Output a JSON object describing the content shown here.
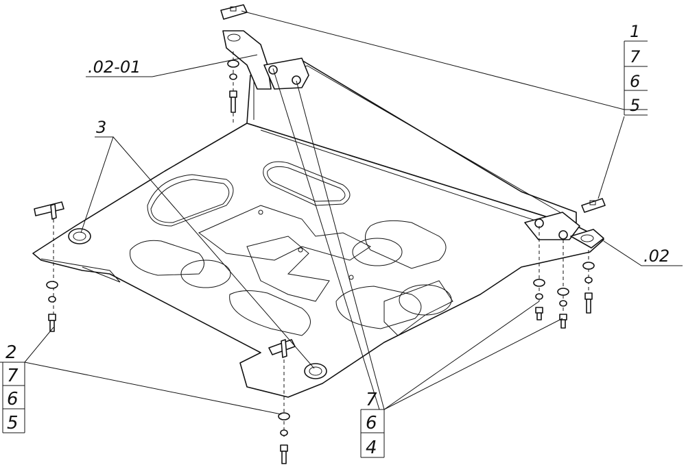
{
  "callouts": {
    "top_right_stack": [
      "1",
      "7",
      "6",
      "5"
    ],
    "bottom_left_stack": [
      "2",
      "7",
      "6",
      "5"
    ],
    "bottom_center_stack": [
      "7",
      "6",
      "4"
    ],
    "left_bracket_label": ".02-01",
    "right_bracket_label": ".02",
    "nut_label": "3"
  },
  "colors": {
    "line": "#111111",
    "background": "#ffffff"
  }
}
